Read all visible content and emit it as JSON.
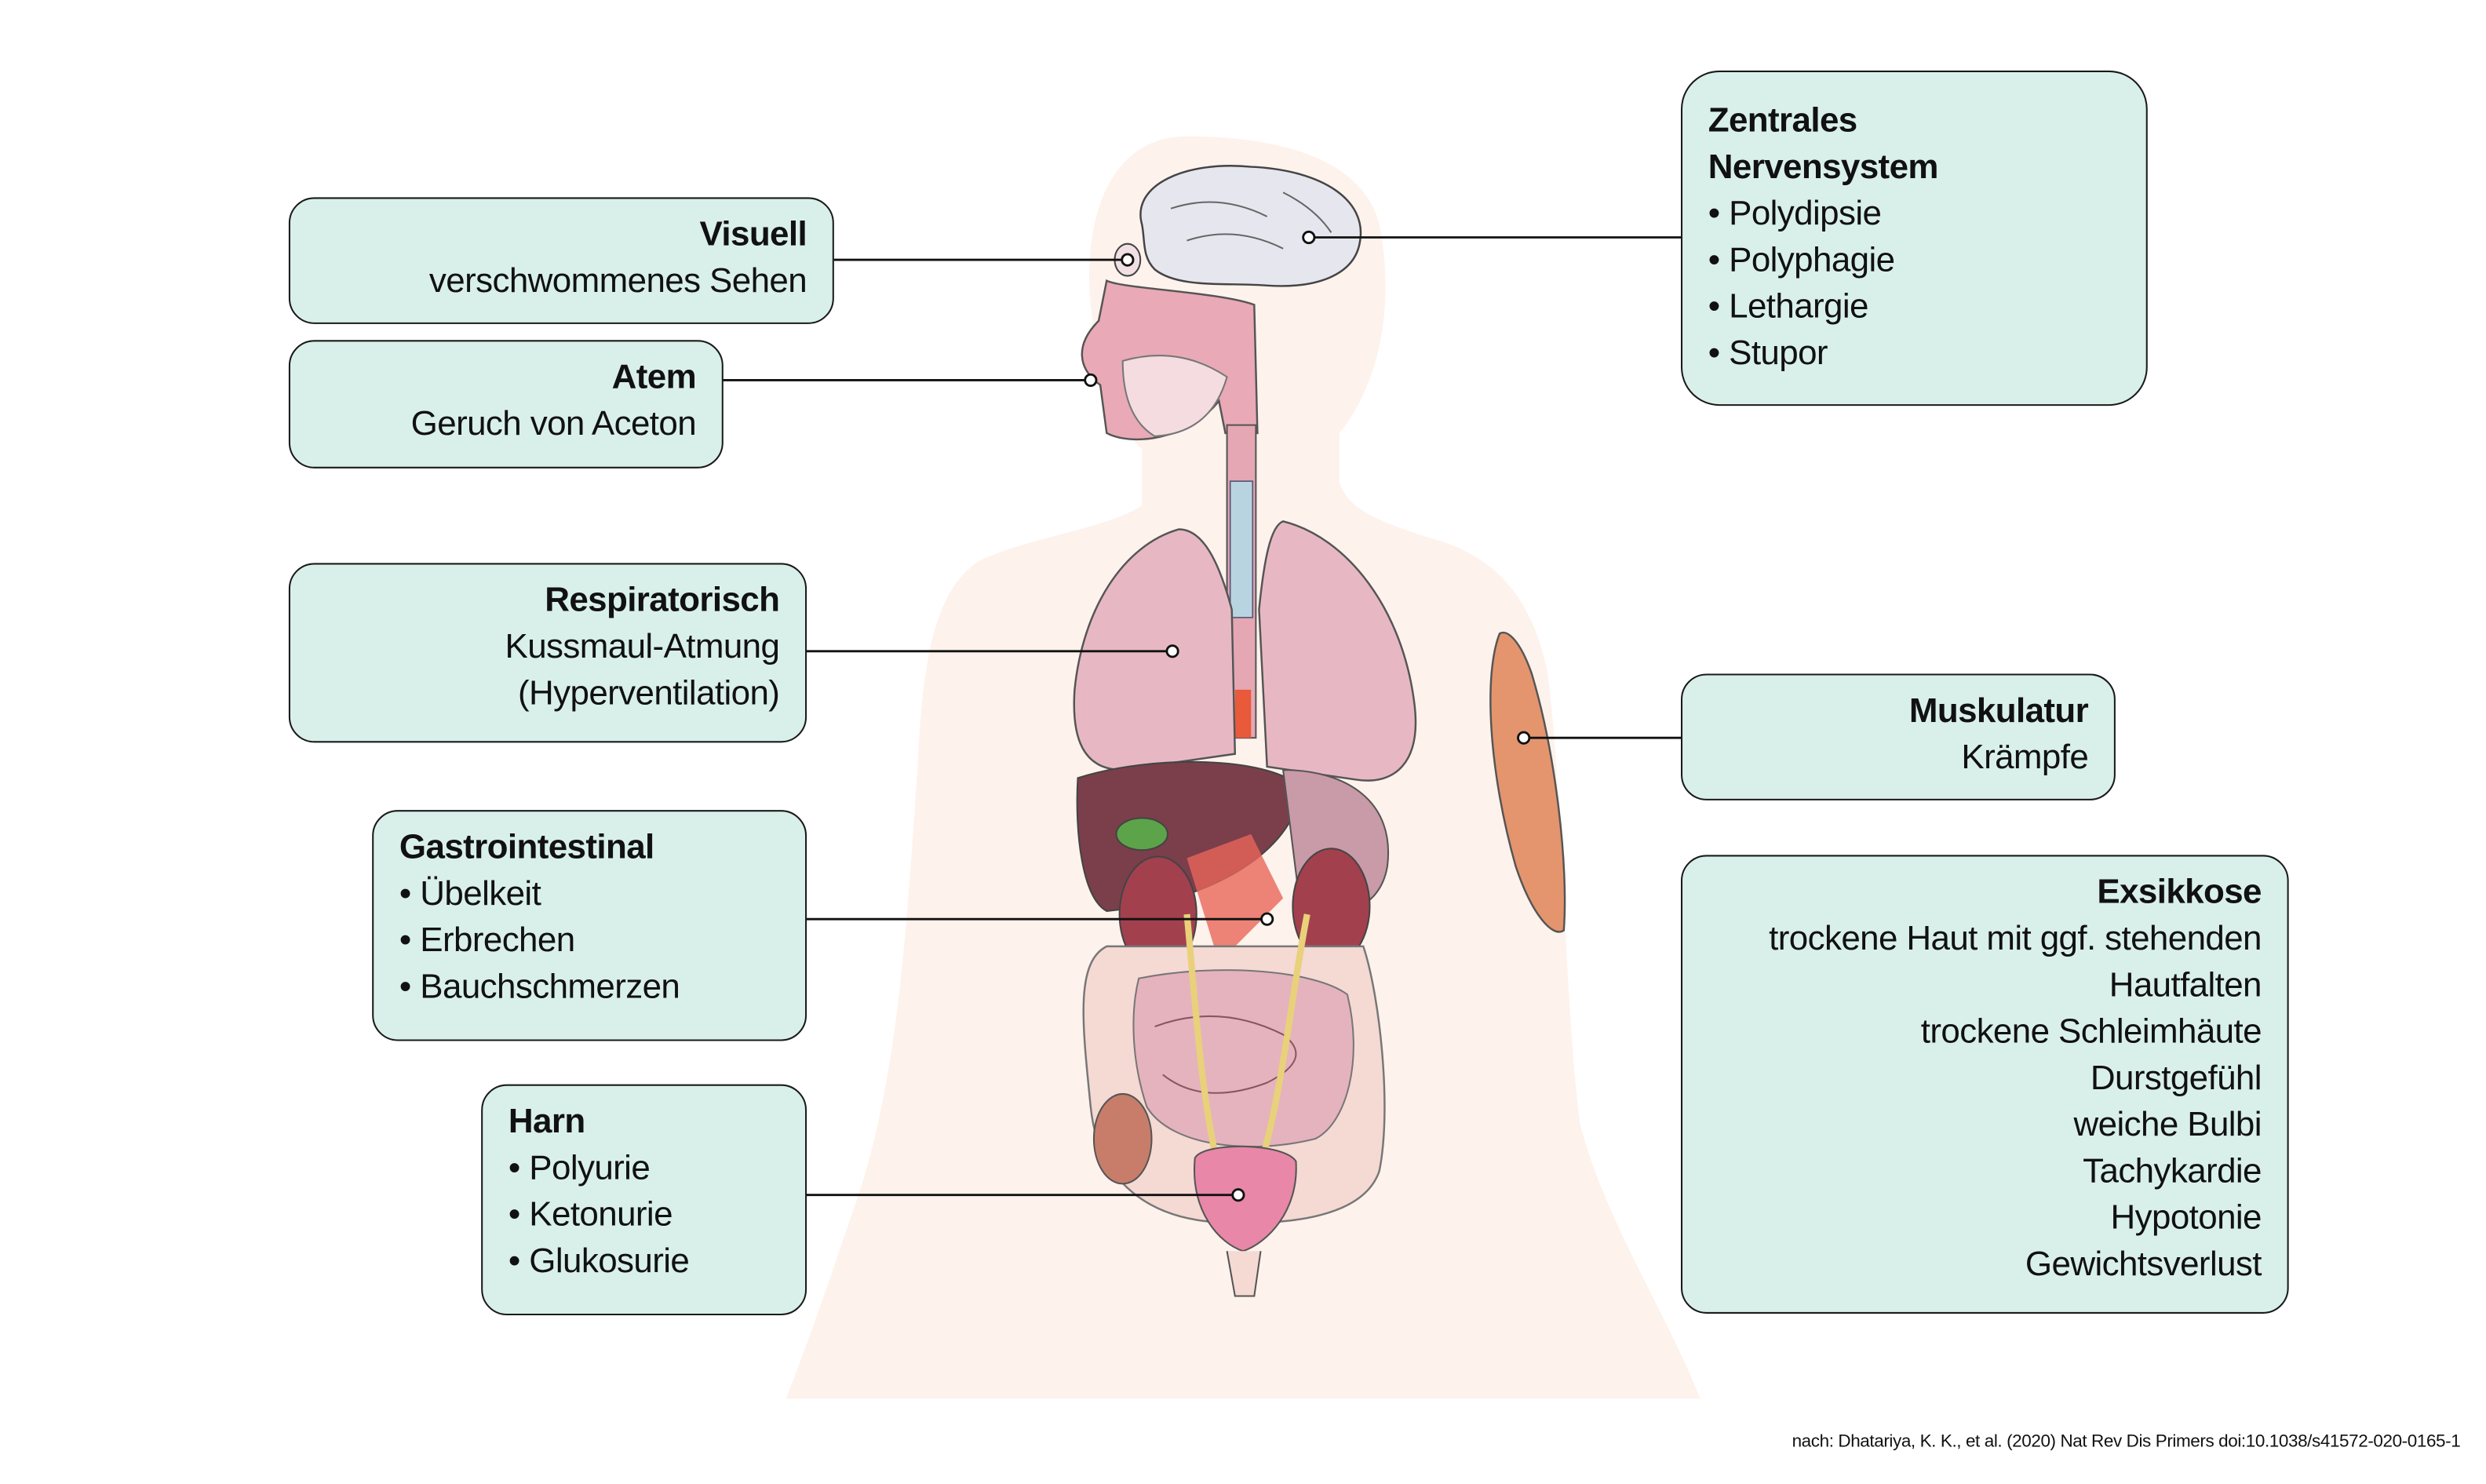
{
  "boxes": {
    "visual": {
      "title": "Visuell",
      "lines": [
        "verschwommenes Sehen"
      ]
    },
    "breath": {
      "title": "Atem",
      "lines": [
        "Geruch von Aceton"
      ]
    },
    "respiratory": {
      "title": "Respiratorisch",
      "lines": [
        "Kussmaul-Atmung",
        "(Hyperventilation)"
      ]
    },
    "gastro": {
      "title": "Gastrointestinal",
      "items": [
        "Übelkeit",
        "Erbrechen",
        "Bauchschmerzen"
      ]
    },
    "urine": {
      "title": "Harn",
      "items": [
        "Polyurie",
        "Ketonurie",
        "Glukosurie"
      ]
    },
    "cns": {
      "title_line1": "Zentrales",
      "title_line2": "Nervensystem",
      "items": [
        "Polydipsie",
        "Polyphagie",
        "Lethargie",
        "Stupor"
      ]
    },
    "muscle": {
      "title": "Muskulatur",
      "lines": [
        "Krämpfe"
      ]
    },
    "dehydration": {
      "title": "Exsikkose",
      "lines": [
        "trockene Haut mit ggf. stehenden",
        "Hautfalten",
        "trockene Schleimhäute",
        "Durstgefühl",
        "weiche Bulbi",
        "Tachykardie",
        "Hypotonie",
        "Gewichtsverlust"
      ]
    }
  },
  "citation": "nach: Dhatariya, K. K., et al. (2020) Nat Rev Dis Primers doi:10.1038/s41572-020-0165-1",
  "colors": {
    "box_fill": "#d9f0ea",
    "silhouette": "#fdf2ec"
  }
}
